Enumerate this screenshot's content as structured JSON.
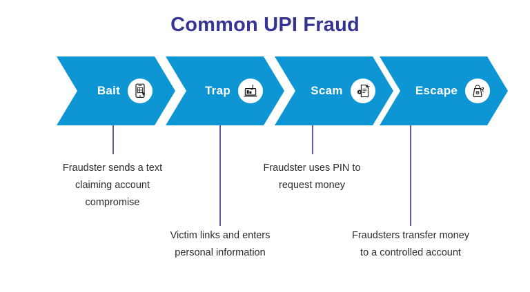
{
  "title": "Common UPI Fraud",
  "colors": {
    "title": "#353494",
    "chevron": "#0d96d3",
    "chevron_label": "#ffffff",
    "connector": "#5b5ea6",
    "caption": "#2b2b2b",
    "background": "#ffffff"
  },
  "stages": [
    {
      "label": "Bait",
      "icon": "smartphone-message-icon",
      "caption_lines": [
        "Fraudster sends a text",
        "claiming account",
        "compromise"
      ],
      "caption": "Fraudster sends a text claiming account compromise"
    },
    {
      "label": "Trap",
      "icon": "laptop-phishing-hook-icon",
      "caption_lines": [
        "Victim links and enters",
        "personal information"
      ],
      "caption": "Victim links and enters personal information"
    },
    {
      "label": "Scam",
      "icon": "document-pin-request-icon",
      "caption_lines": [
        "Fraudster uses PIN to",
        "request money"
      ],
      "caption": "Fraudster uses PIN to request money"
    },
    {
      "label": "Escape",
      "icon": "money-bag-lock-icon",
      "caption_lines": [
        "Fraudsters transfer money",
        "to a controlled account"
      ],
      "caption": "Fraudsters transfer money to a controlled account"
    }
  ]
}
